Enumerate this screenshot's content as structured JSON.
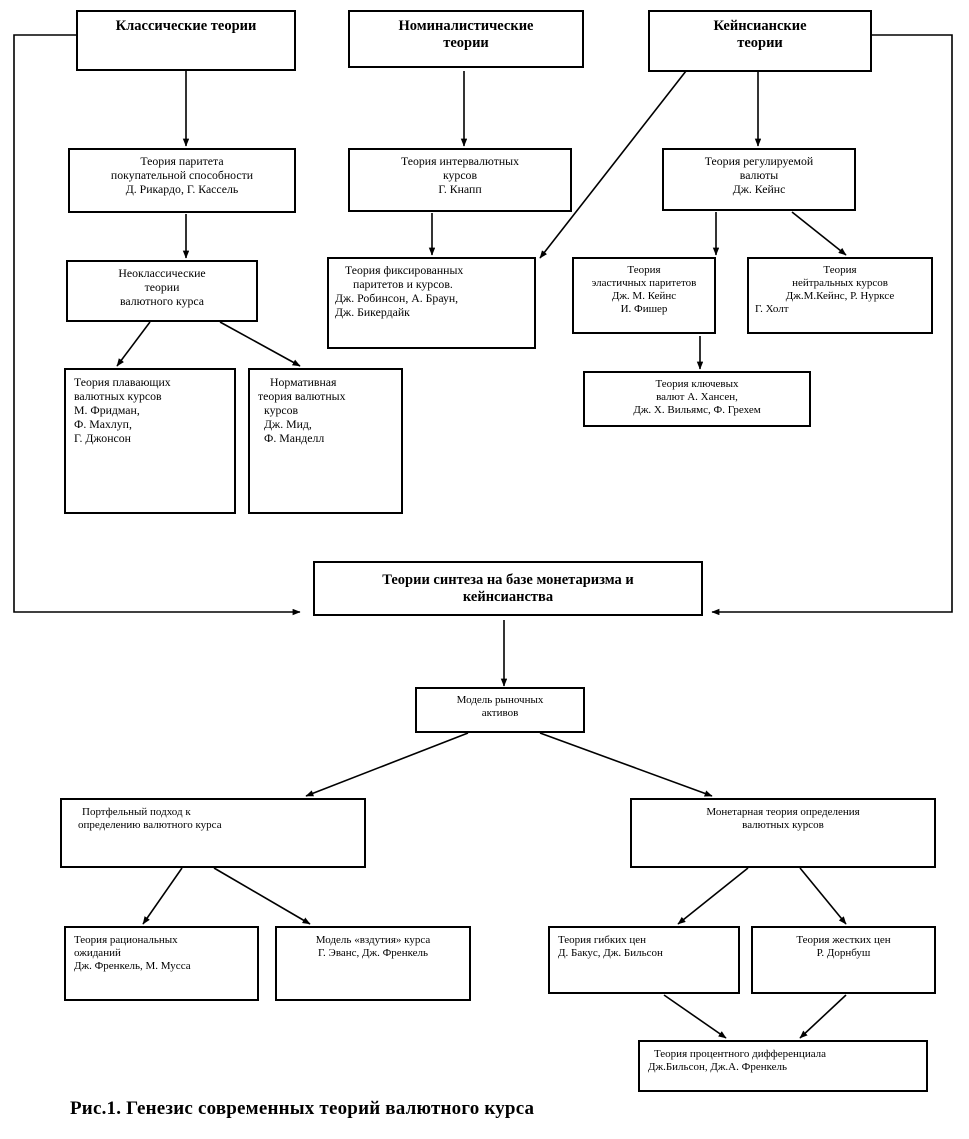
{
  "figure": {
    "caption": "Рис.1. Генезис современных теорий валютного курса"
  },
  "nodes": {
    "classical": {
      "lines": [
        "Классические теории"
      ]
    },
    "nominalistic": {
      "lines": [
        "Номиналистические",
        "теории"
      ]
    },
    "keynesian": {
      "lines": [
        "Кейнсианские",
        "теории"
      ]
    },
    "ppp": {
      "lines": [
        "Теория паритета",
        "покупательной способности",
        "Д. Рикардо, Г. Кассель"
      ]
    },
    "intervalute": {
      "lines": [
        "Теория интервалютных",
        "курсов",
        "Г. Кнапп"
      ]
    },
    "regulated": {
      "lines": [
        "Теория регулируемой",
        "валюты",
        "Дж. Кейнс"
      ]
    },
    "neoclassical": {
      "lines": [
        "Неоклассические",
        "теории",
        "валютного курса"
      ]
    },
    "fixed_parities": {
      "lines": [
        "Теория фиксированных",
        "паритетов и курсов.",
        "Дж. Робинсон, А. Браун,",
        "Дж. Бикердайк"
      ]
    },
    "elastic_parities": {
      "lines": [
        "Теория",
        "эластичных паритетов",
        "Дж. М. Кейнс",
        "И. Фишер"
      ]
    },
    "neutral_rates": {
      "lines": [
        "Теория",
        "нейтральных курсов",
        "Дж.М.Кейнс, Р. Нурксе",
        "Г. Холт"
      ]
    },
    "key_currencies": {
      "lines": [
        "Теория ключевых",
        "валют  А. Хансен,",
        "Дж. Х. Вильямс, Ф. Грехем"
      ]
    },
    "floating": {
      "lines": [
        "Теория   плавающих",
        "валютных курсов",
        "М. Фридман,",
        "Ф. Махлуп,",
        "Г. Джонсон"
      ]
    },
    "normative": {
      "lines": [
        "Нормативная",
        "теория валютных",
        "курсов",
        "Дж. Мид,",
        "Ф. Манделл"
      ]
    },
    "synthesis": {
      "lines": [
        "Теории синтеза на базе монетаризма и",
        "кейнсианства"
      ]
    },
    "market_assets": {
      "lines": [
        "Модель рыночных",
        "активов"
      ]
    },
    "portfolio": {
      "lines": [
        "Портфельный подход к",
        "определению валютного курса"
      ]
    },
    "monetary": {
      "lines": [
        "Монетарная теория определения",
        "валютных курсов"
      ]
    },
    "rational_exp": {
      "lines": [
        "Теория рациональных",
        "ожиданий",
        "Дж. Френкель, М. Мусса"
      ]
    },
    "bubble": {
      "lines": [
        "Модель «вздутия» курса",
        "Г. Эванс, Дж. Френкель"
      ]
    },
    "flexible_prices": {
      "lines": [
        "Теория гибких цен",
        "Д. Бакус, Дж. Бильсон"
      ]
    },
    "sticky_prices": {
      "lines": [
        "Теория жестких цен",
        "Р. Дорнбуш"
      ]
    },
    "interest_diff": {
      "lines": [
        "Теория процентного дифференциала",
        "Дж.Бильсон, Дж.А. Френкель"
      ]
    }
  },
  "style": {
    "line_color": "#000000",
    "box_border": "#000000",
    "background": "#ffffff"
  }
}
